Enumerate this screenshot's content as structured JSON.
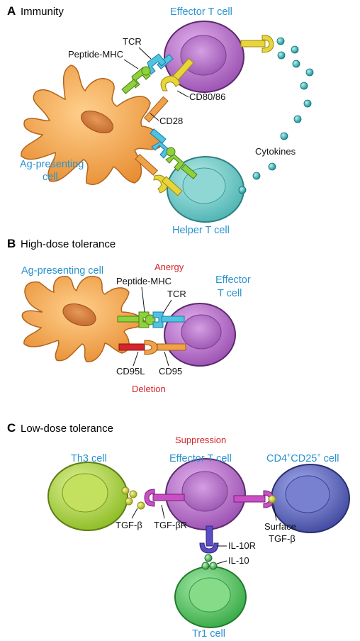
{
  "panels": {
    "a": {
      "letter": "A",
      "title": "Immunity",
      "labels": {
        "effector": "Effector T cell",
        "tcr": "TCR",
        "peptide_mhc": "Peptide-MHC",
        "cd80_86": "CD80/86",
        "cd28": "CD28",
        "apc_line1": "Ag-presenting",
        "apc_line2": "cell",
        "cytokines": "Cytokines",
        "helper": "Helper T cell"
      }
    },
    "b": {
      "letter": "B",
      "title": "High-dose tolerance",
      "labels": {
        "apc": "Ag-presenting cell",
        "anergy": "Anergy",
        "peptide_mhc": "Peptide-MHC",
        "tcr": "TCR",
        "effector_line1": "Effector",
        "effector_line2": "T cell",
        "cd95l": "CD95L",
        "cd95": "CD95",
        "deletion": "Deletion"
      }
    },
    "c": {
      "letter": "C",
      "title": "Low-dose tolerance",
      "labels": {
        "suppression": "Suppression",
        "th3": "Th3 cell",
        "effector": "Effector T cell",
        "cd4_prefix": "CD4",
        "cd4_sup": "+",
        "cd25_prefix": "CD25",
        "cd25_sup": "+",
        "cd4_suffix": " cell",
        "tgfb": "TGF-β",
        "tgfbr": "TGF-βR",
        "surface_line1": "Surface",
        "surface_line2": "TGF-β",
        "il10r": "IL-10R",
        "il10": "IL-10",
        "tr1": "Tr1 cell"
      }
    }
  },
  "colors": {
    "label_blue": "#2a93cf",
    "label_red": "#d4252b",
    "effector_cell": "#b46fc4",
    "helper_cell": "#6fcac8",
    "apc_cell": "#f0a24a",
    "th3_cell": "#a8cf3c",
    "tr1_cell": "#4fbf5a",
    "cd4cd25_cell": "#5a64b8",
    "tcr": "#4fc3e0",
    "mhc": "#8fd13c",
    "costim": "#e8d53a",
    "tgf_receptor": "#c94fc4",
    "il10_receptor": "#5b4cc4",
    "cytokine_dot": "#2fb3b8"
  }
}
